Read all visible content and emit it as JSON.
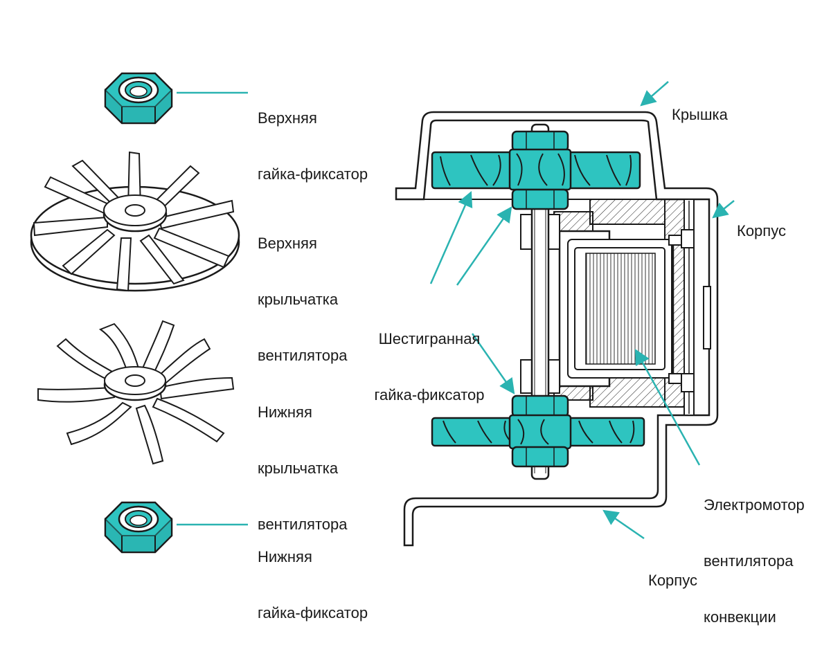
{
  "colors": {
    "accent": "#2ec4c0",
    "accent_dark": "#178d8a",
    "line": "#1a1a1a",
    "leader": "#2ab3b1"
  },
  "labels": {
    "top_nut": [
      "Верхняя",
      "гайка-фиксатор"
    ],
    "top_impeller": [
      "Верхняя",
      "крыльчатка",
      "вентилятора"
    ],
    "bottom_impeller": [
      "Нижняя",
      "крыльчатка",
      "вентилятора"
    ],
    "bottom_nut": [
      "Нижняя",
      "гайка-фиксатор"
    ],
    "cover": "Крышка",
    "housing_right": "Корпус",
    "hex_nut": [
      "Шестигранная",
      "гайка-фиксатор"
    ],
    "motor": [
      "Электромотор",
      "вентилятора",
      "конвекции"
    ],
    "housing_bottom": "Корпус"
  },
  "icons": [
    "hex-nut-icon",
    "upper-impeller-icon",
    "lower-impeller-icon"
  ]
}
